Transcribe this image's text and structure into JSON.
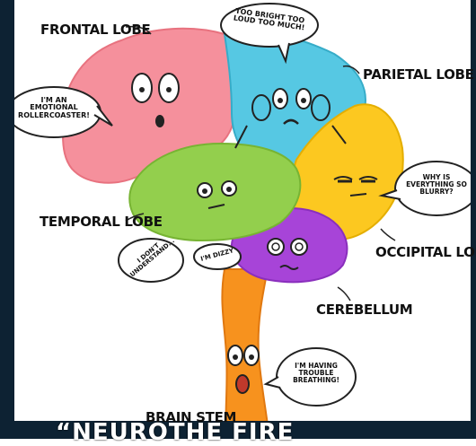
{
  "labels": {
    "frontal": "FRONTAL LOBE",
    "parietal": "PARIETAL LOBE",
    "temporal": "TEMPORAL LOBE",
    "occipital": "OCCIPITAL LOBE",
    "cerebellum": "CEREBELLUM",
    "brain_stem": "BRAIN STEM"
  },
  "bubbles": {
    "frontal": [
      "I'M AN",
      "EMOTIONAL",
      "ROLLERCOASTER!"
    ],
    "parietal": [
      "TOO BRIGHT TOO",
      "LOUD TOO MUCH!"
    ],
    "temporal": [
      "I DON'T",
      "UNDERSTAND..."
    ],
    "cerebellum": "I'M DIZZY",
    "occipital": [
      "WHY IS",
      "EVERYTHING SO",
      "BLURRY?"
    ],
    "brain_stem": [
      "I'M HAVING",
      "TROUBLE",
      "BREATHING!"
    ]
  },
  "caption": "“NEUROTHE FIRE",
  "colors": {
    "frontal": "#f5909c",
    "parietal": "#56c8e3",
    "temporal": "#93cf4d",
    "occipital": "#fcc820",
    "cerebellum": "#a744d8",
    "brain_stem": "#f7921e",
    "frame": "#0d2233"
  }
}
